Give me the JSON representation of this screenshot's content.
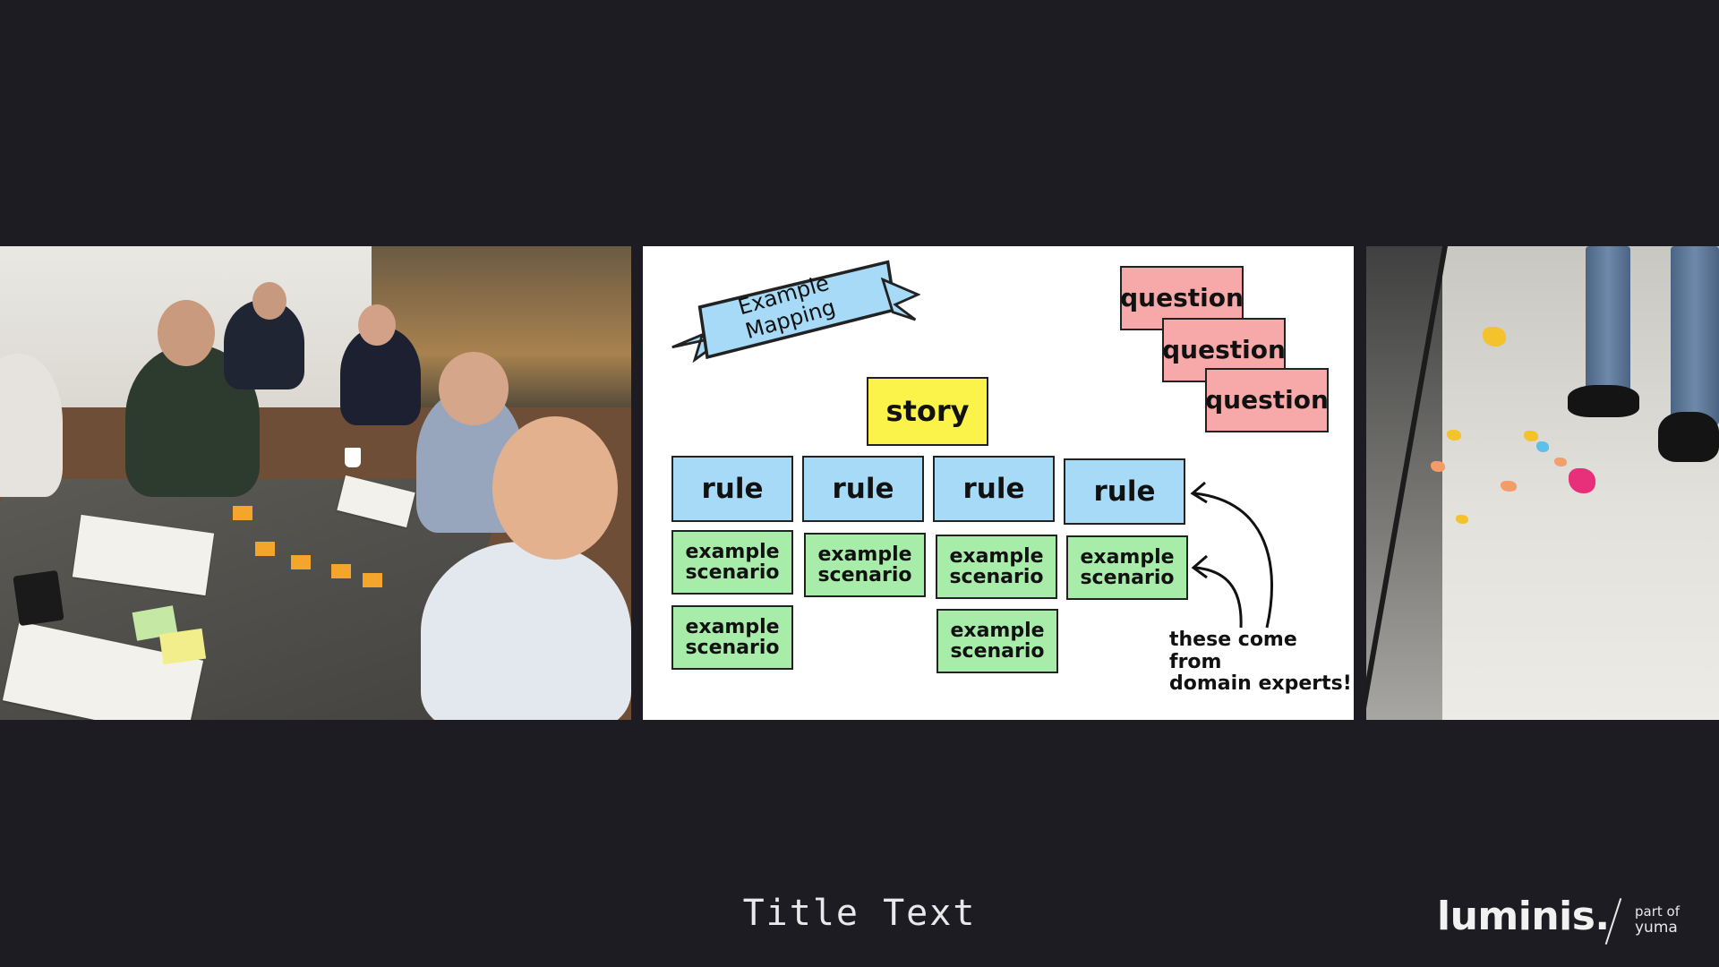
{
  "slide": {
    "title": "Title Text",
    "background_color": "#1d1c22"
  },
  "diagram": {
    "banner": "Example Mapping",
    "story": "story",
    "questions": [
      "question",
      "question",
      "question"
    ],
    "rules": [
      "rule",
      "rule",
      "rule",
      "rule"
    ],
    "scenarios": [
      "example scenario",
      "example scenario",
      "example scenario",
      "example scenario",
      "example scenario",
      "example scenario"
    ],
    "note_line1": "these come from",
    "note_line2": "domain experts!",
    "colors": {
      "rule": "#a6daf7",
      "scenario": "#a8ecaa",
      "story": "#fbf34a",
      "question": "#f7a9a9"
    }
  },
  "logo": {
    "word": "luminis.",
    "part_of": "part of",
    "brand": "yuma"
  }
}
